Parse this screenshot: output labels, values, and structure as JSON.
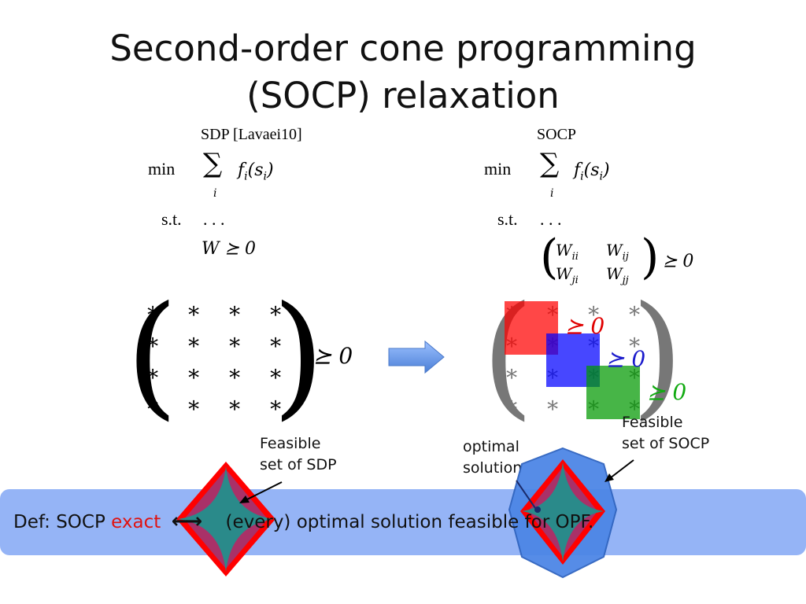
{
  "title": {
    "line1": "Second-order cone programming",
    "line2": "(SOCP) relaxation"
  },
  "sdp": {
    "heading": "SDP [Lavaei10]",
    "min_label": "min",
    "sum_symbol": "∑",
    "sum_index": "i",
    "objective": "f_i(s_i)",
    "st_label": "s.t.",
    "dots": ". . .",
    "constraint": "W ⪰ 0",
    "matrix_entry": "∗",
    "psd_label": "⪰ 0",
    "caption_line1": "Feasible",
    "caption_line2": "set of SDP"
  },
  "socp": {
    "heading": "SOCP",
    "min_label": "min",
    "sum_symbol": "∑",
    "sum_index": "i",
    "objective": "f_i(s_i)",
    "st_label": "s.t.",
    "dots": ". . .",
    "block": {
      "w11": "W_ii",
      "w12": "W_ij",
      "w21": "W_ji",
      "w22": "W_jj"
    },
    "block_psd": "⪰ 0",
    "matrix_entry": "∗",
    "psd_red": "⪰ 0",
    "psd_blue": "⪰ 0",
    "psd_green": "⪰ 0",
    "caption_line1": "Feasible",
    "caption_line2": "set of SOCP",
    "optimal_line1": "optimal",
    "optimal_line2": "solution"
  },
  "definition": {
    "prefix": "Def: SOCP ",
    "exact": "exact",
    "arrows": "←→",
    "suffix": "(every) optimal solution feasible for OPF."
  },
  "colors": {
    "red": "#ff0000",
    "blue": "#0000ff",
    "green": "#009900",
    "banner": "#8fb0f5",
    "arrow": "#5b8ee0",
    "star_fill": "#2a8a8a",
    "diamond_fill": "#8b3a8b"
  }
}
